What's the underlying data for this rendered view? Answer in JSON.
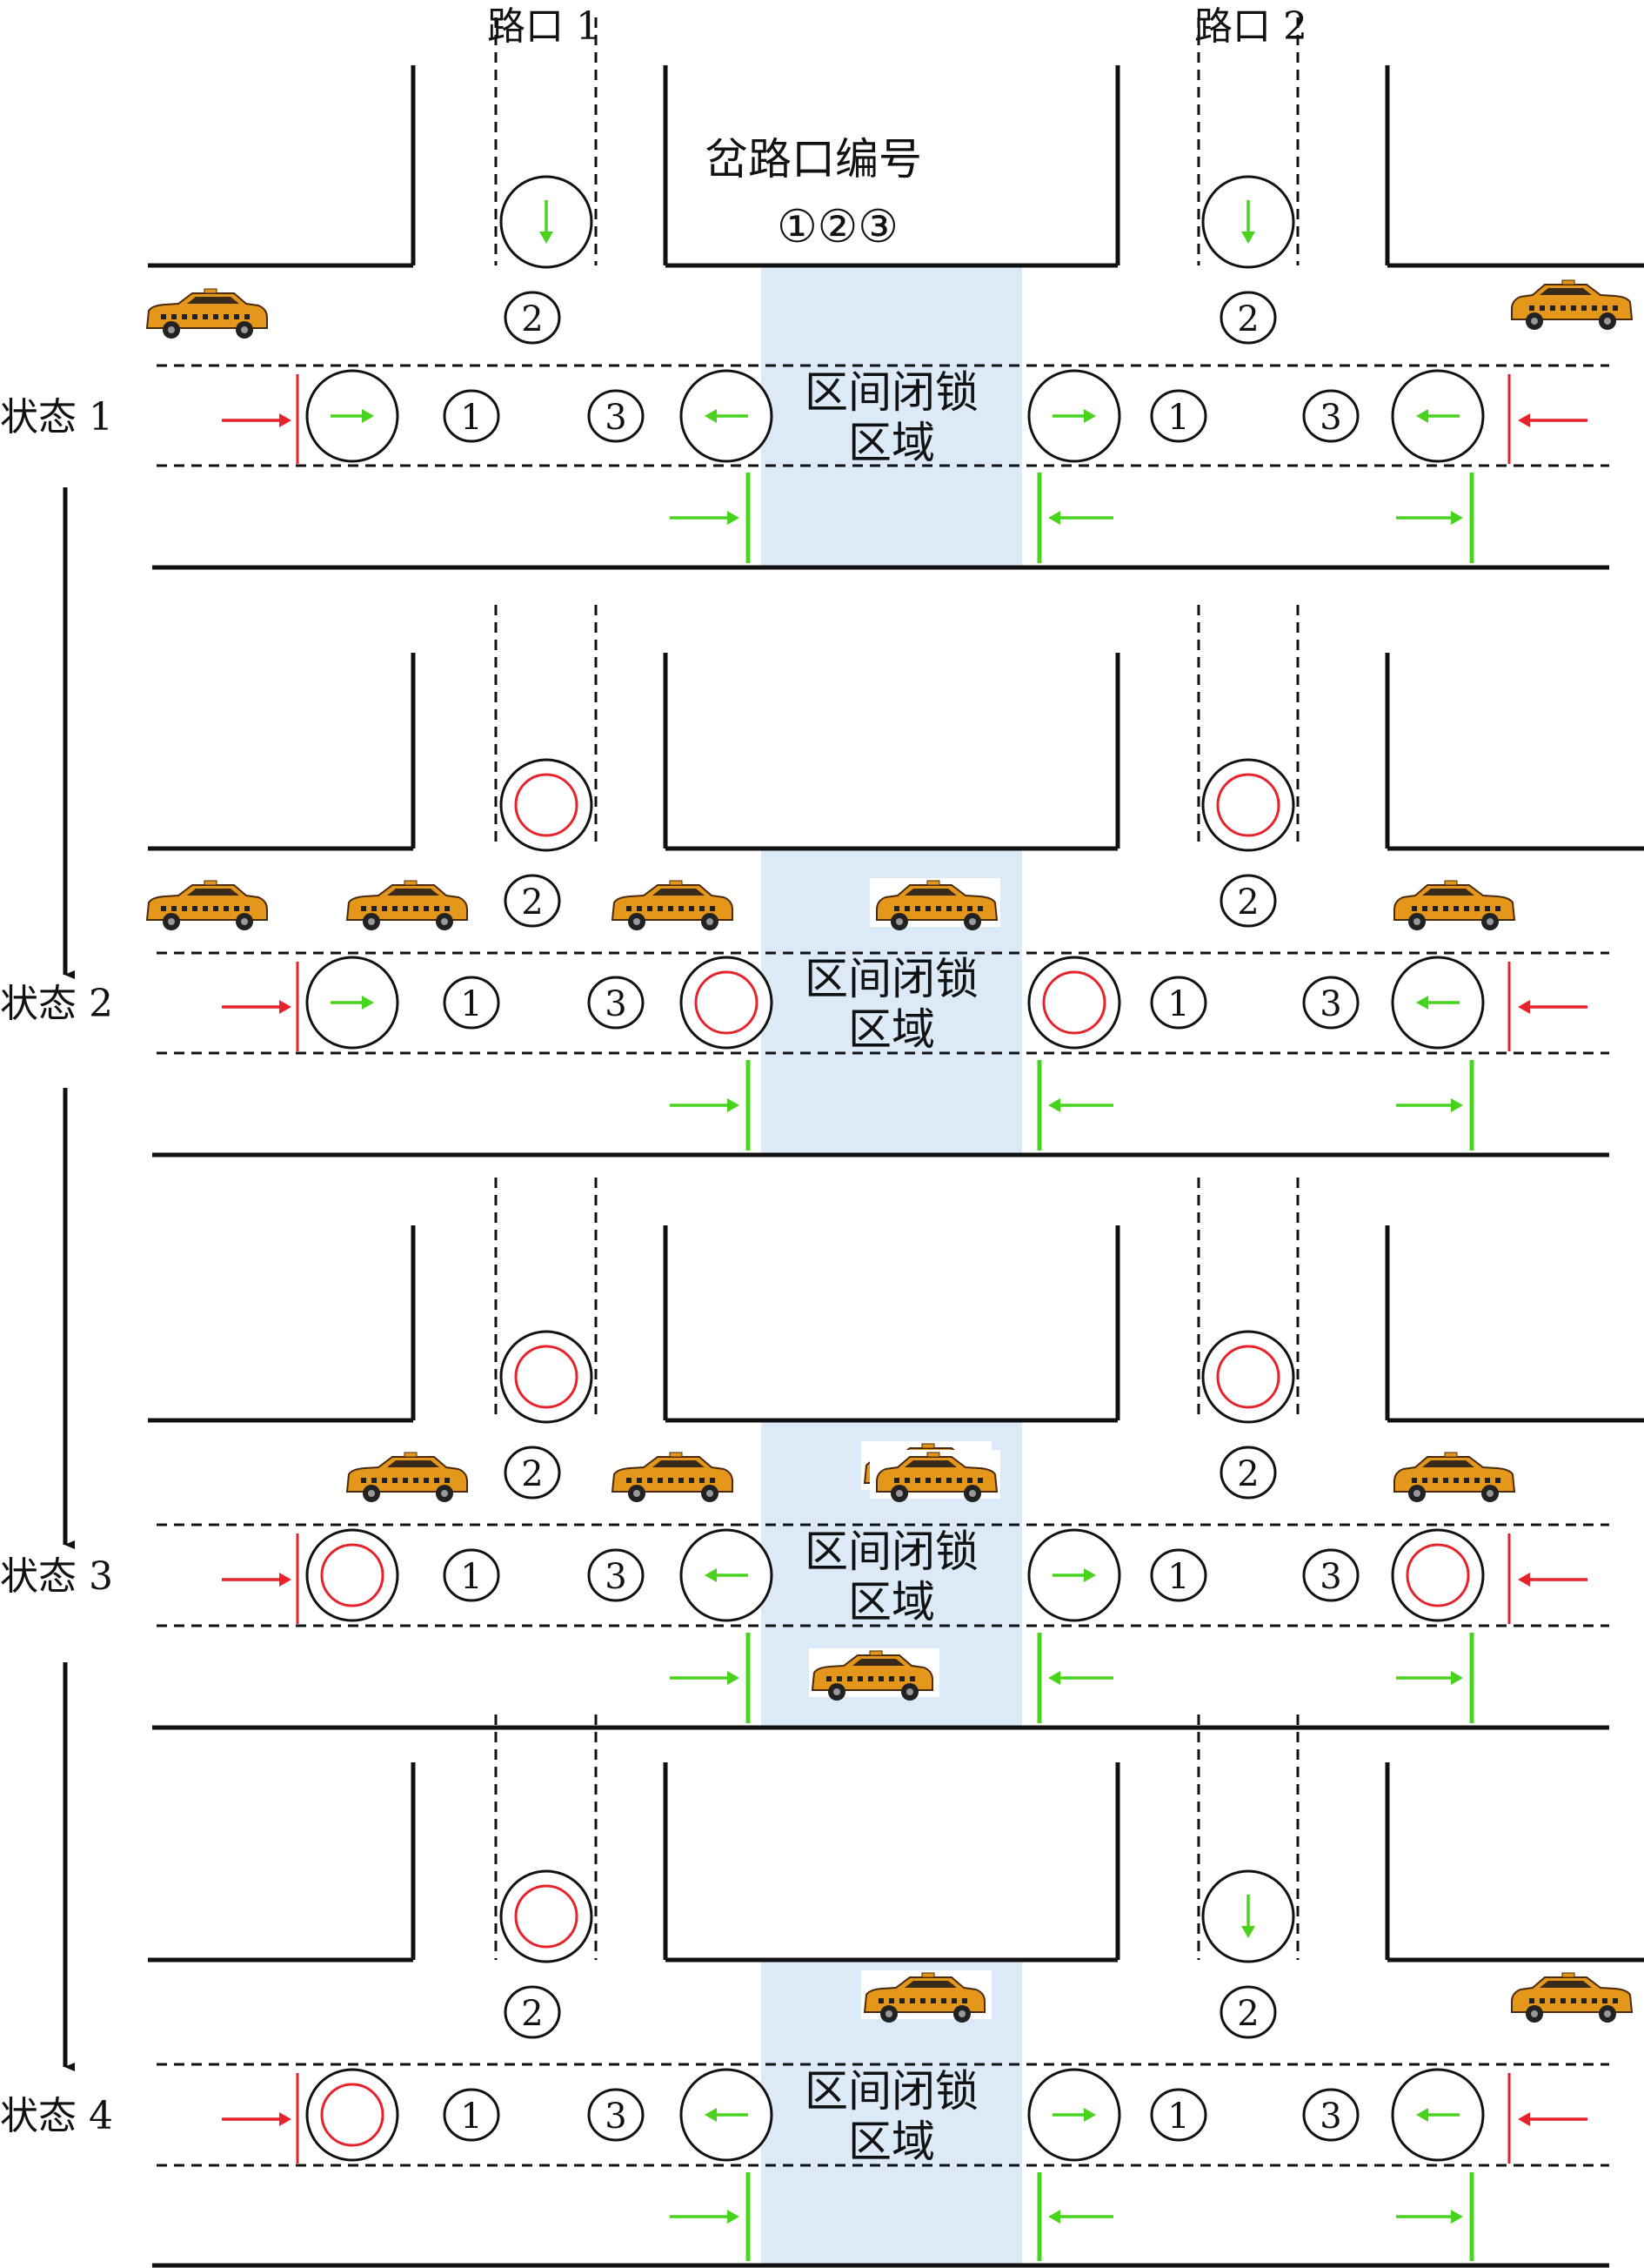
{
  "header": {
    "intersection_1": "路口 1",
    "intersection_2": "路口 2",
    "branch_numbering_title": "岔路口编号",
    "branch_numbering_symbols": "①②③"
  },
  "zone_label_line1": "区间闭锁",
  "zone_label_line2": "区域",
  "branch_numbers": [
    "1",
    "2",
    "3"
  ],
  "states": [
    {
      "label": "状态 1",
      "signals": {
        "i1_n": "green-down",
        "i1_w": "green-right",
        "i1_e": "green-left",
        "i2_n": "green-down",
        "i2_w": "green-right",
        "i2_e": "green-left"
      },
      "cars": [
        {
          "dir": "right",
          "spot": "upper-left-far"
        },
        {
          "dir": "left",
          "spot": "upper-right-far"
        }
      ]
    },
    {
      "label": "状态 2",
      "signals": {
        "i1_n": "red",
        "i1_w": "green-right",
        "i1_e": "red",
        "i2_n": "red",
        "i2_w": "red",
        "i2_e": "green-left"
      },
      "cars": [
        {
          "dir": "right",
          "spot": "upper-left-far"
        },
        {
          "dir": "right",
          "spot": "upper-left-near"
        },
        {
          "dir": "right",
          "spot": "zone-upper-left"
        },
        {
          "dir": "left",
          "spot": "zone-upper-right"
        },
        {
          "dir": "left",
          "spot": "upper-right-near"
        }
      ]
    },
    {
      "label": "状态 3",
      "signals": {
        "i1_n": "red",
        "i1_w": "red",
        "i1_e": "green-left",
        "i2_n": "red",
        "i2_w": "green-right",
        "i2_e": "red"
      },
      "cars": [
        {
          "dir": "right",
          "spot": "upper-left-near"
        },
        {
          "dir": "right",
          "spot": "zone-upper-left"
        },
        {
          "dir": "right",
          "spot": "zone-upper-mid"
        },
        {
          "dir": "left",
          "spot": "zone-upper-right"
        },
        {
          "dir": "left",
          "spot": "upper-right-near"
        },
        {
          "dir": "right",
          "spot": "zone-lower-mid"
        }
      ]
    },
    {
      "label": "状态 4",
      "signals": {
        "i1_n": "red",
        "i1_w": "red",
        "i1_e": "green-left",
        "i2_n": "green-down",
        "i2_w": "green-right",
        "i2_e": "green-left"
      },
      "cars": [
        {
          "dir": "right",
          "spot": "zone-upper-mid"
        },
        {
          "dir": "left",
          "spot": "upper-right-far"
        }
      ]
    }
  ],
  "colors": {
    "line": "#111111",
    "red": "#e8222b",
    "green": "#48d41c",
    "zone": "#dce9f7",
    "car_body": "#e4971a",
    "car_dark": "#4a2a0a"
  }
}
